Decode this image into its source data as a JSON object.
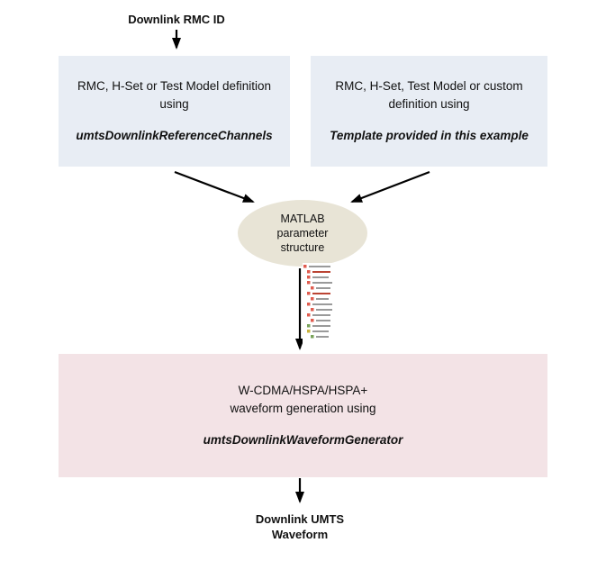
{
  "labels": {
    "input": "Downlink RMC ID",
    "output_line1": "Downlink UMTS",
    "output_line2": "Waveform"
  },
  "left_box": {
    "line1": "RMC, H-Set or Test Model definition",
    "line2": "using",
    "code": "umtsDownlinkReferenceChannels"
  },
  "right_box": {
    "line1": "RMC, H-Set, Test Model or custom",
    "line2": "definition using",
    "code": "Template provided in this example"
  },
  "ellipse": {
    "line1": "MATLAB",
    "line2": "parameter",
    "line3": "structure"
  },
  "bottom_box": {
    "line1": "W-CDMA/HSPA/HSPA+",
    "line2": "waveform generation using",
    "code": "umtsDownlinkWaveformGenerator"
  },
  "colors": {
    "definition_box": "#e8edf4",
    "waveform_box": "#f3e3e6",
    "ellipse": "#e8e4d6",
    "arrow": "#000000"
  }
}
